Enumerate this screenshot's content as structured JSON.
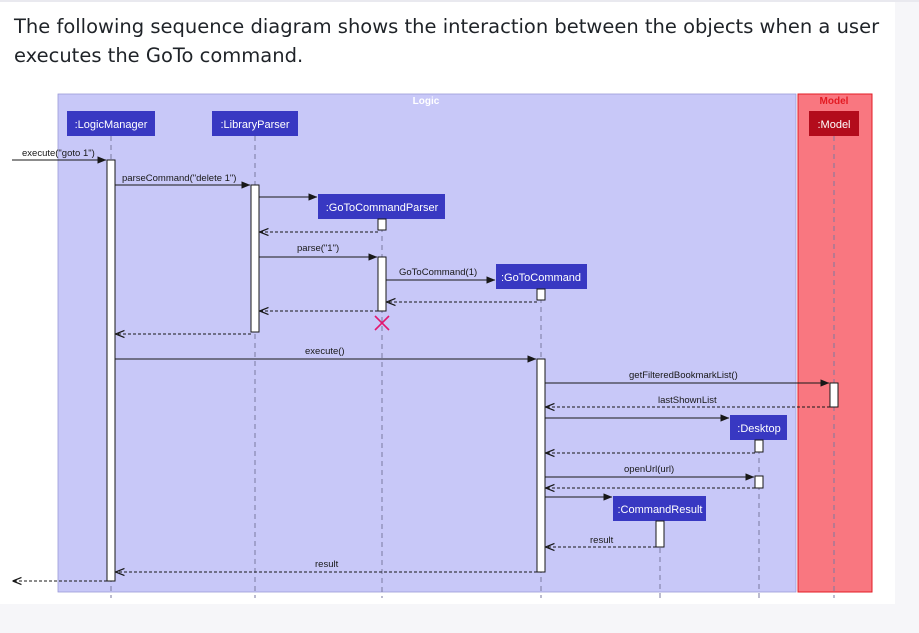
{
  "intro": {
    "text": "The following sequence diagram shows the interaction between the objects when a user executes the GoTo command."
  },
  "boxes": {
    "logic": "Logic",
    "model": "Model"
  },
  "participants": {
    "logic_manager": ":LogicManager",
    "library_parser": ":LibraryParser",
    "goto_command_parser": ":GoToCommandParser",
    "goto_command": ":GoToCommand",
    "desktop": ":Desktop",
    "command_result": ":CommandResult",
    "model": ":Model"
  },
  "messages": {
    "execute_goto": "execute(\"goto 1\")",
    "parse_command": "parseCommand(\"delete 1\")",
    "parse": "parse(\"1\")",
    "goto_command_ctor": "GoToCommand(1)",
    "execute": "execute()",
    "get_filtered_bookmark_list": "getFilteredBookmarkList()",
    "last_shown_list": "lastShownList",
    "open_url": "openUrl(url)",
    "result_short": "result",
    "result_final": "result"
  },
  "colors": {
    "logic_box": "#c8c8f8",
    "logic_title": "#ffffff",
    "model_box": "#f97780",
    "model_title": "#e31b23",
    "participant_fill": "#3838c2",
    "model_participant_fill": "#b30c1c",
    "destroy_mark": "#e3176e"
  }
}
